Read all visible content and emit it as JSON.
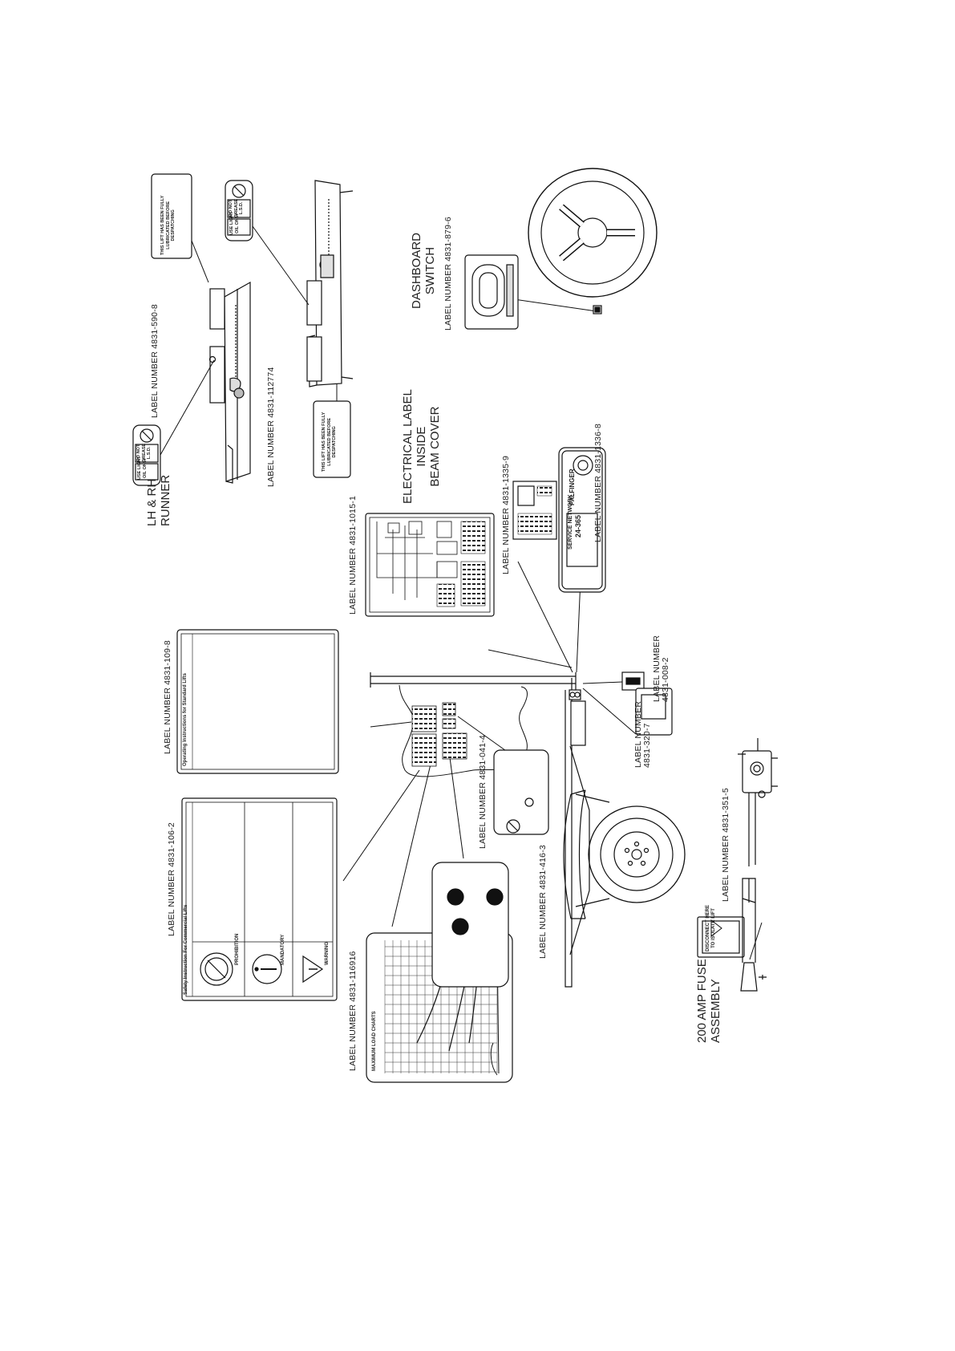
{
  "callouts": {
    "runner": "LH & RH\nRUNNER",
    "label_590": "LABEL NUMBER 4831-590-8",
    "label_112774": "LABEL NUMBER 4831-112774",
    "dashboard_switch": "DASHBOARD\nSWITCH",
    "label_879": "LABEL NUMBER 4831-879-6",
    "electrical_label": "ELECTRICAL LABEL\nINSIDE\nBEAM COVER",
    "label_1015": "LABEL NUMBER 4831-1015-1",
    "label_1335": "LABEL NUMBER 4831-1335-9",
    "label_1336": "LABEL NUMBER 4831-1336-8",
    "label_109": "LABEL NUMBER 4831-109-8",
    "label_008": "LABEL NUMBER\n4831-008-2",
    "label_320": "LABEL NUMBER\n4831-320-7",
    "label_106": "LABEL NUMBER 4831-106-2",
    "label_041": "LABEL NUMBER 4831-041-4",
    "label_416": "LABEL NUMBER 4831-416-3",
    "label_351": "LABEL NUMBER 4831-351-5",
    "label_116916": "LABEL NUMBER 4831-116916",
    "fuse": "200 AMP FUSE\nASSEMBLY"
  },
  "sticker_text": {
    "do_not_grease": "DO NOT\nGREASE\nL.S.D.",
    "use_light_oil": "USE LIGHT\nOIL ONLY",
    "lubricated": "THIS LIFT HAS BEEN FULLY\nLUBRICATED BEFORE\nDESPATCHING",
    "operating_instructions": "Operating Instructions for Standard Lifts",
    "safety_instruction": "Safety Instruction For Commercial Lifts",
    "prohibition": "PROHIBITION",
    "mandatory": "MANDATORY",
    "warning": "WARNING",
    "max_load_charts": "MAXIMUM LOAD CHARTS",
    "service_network": "SERVICE NETWORK",
    "service_24": "24-365",
    "disconnect": "DISCONNECT HERE\nTO ISOLATE LIFT",
    "palfinger": "PALFINGER"
  },
  "icons": [
    "no-entry-icon",
    "exclamation-icon",
    "warning-triangle-icon",
    "steering-wheel-icon",
    "ce-mark-icon",
    "gear-icon",
    "arrow-right-icon"
  ]
}
